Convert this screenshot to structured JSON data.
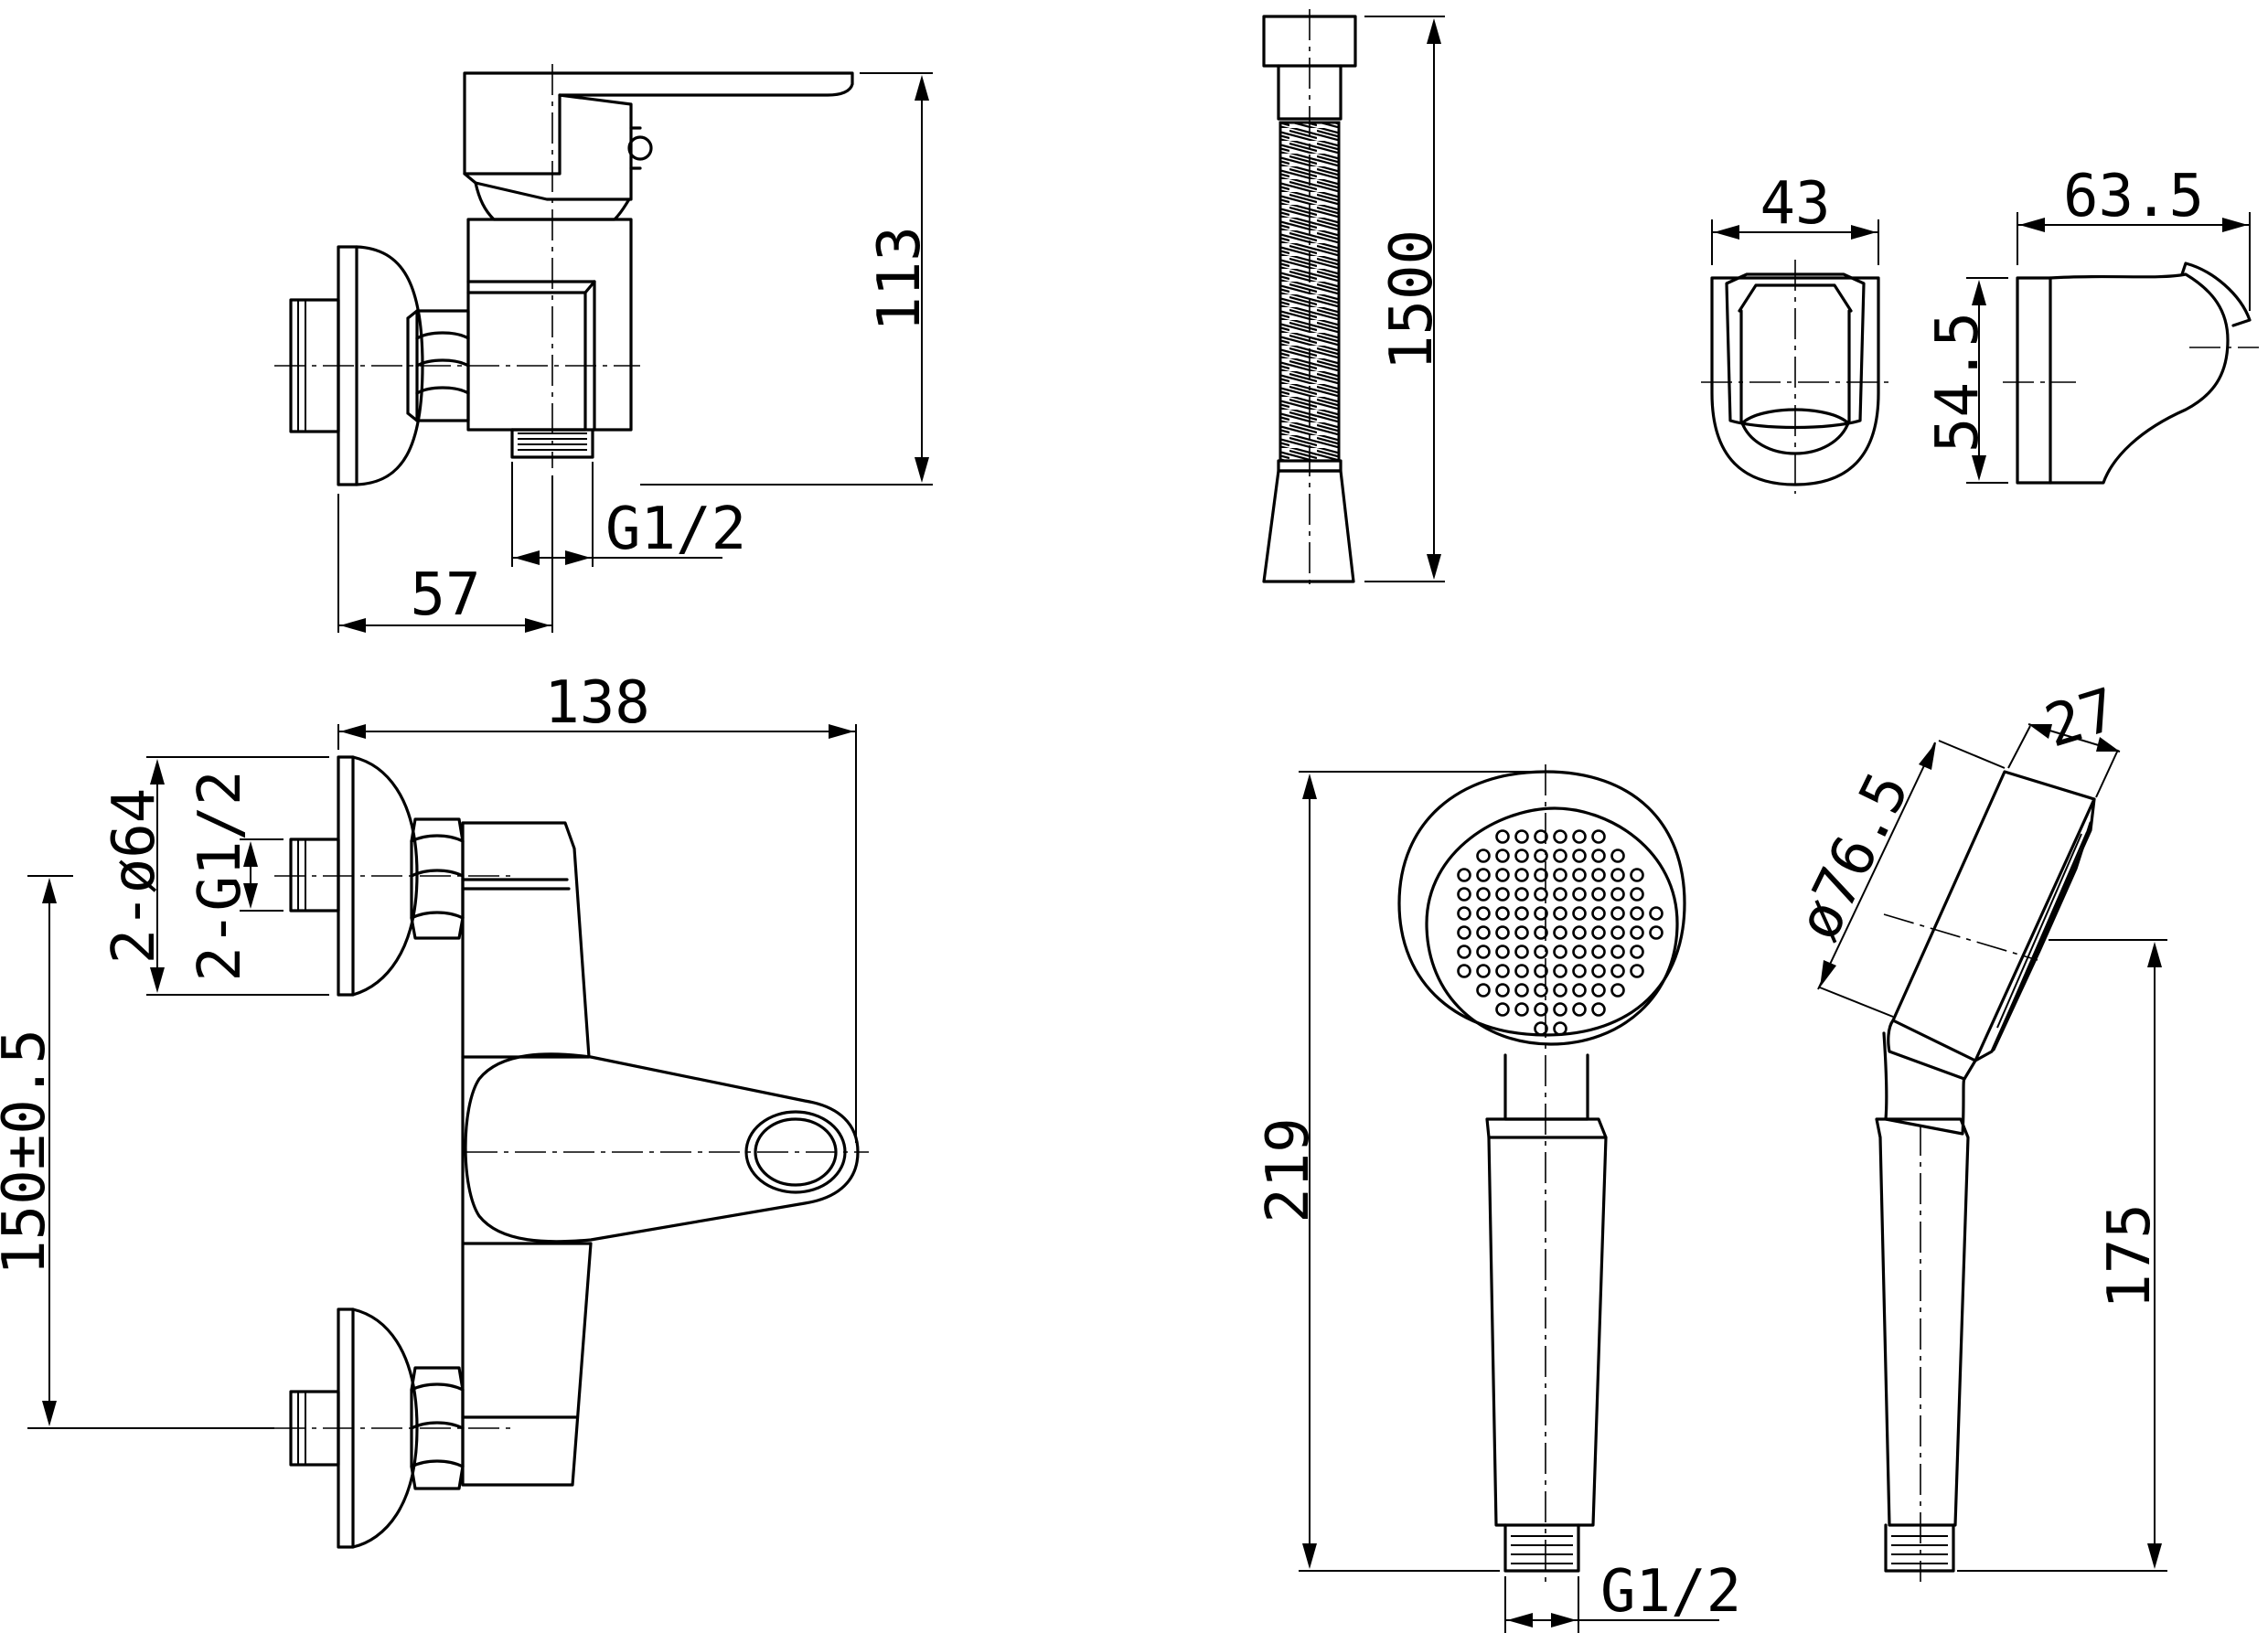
{
  "dimensions": {
    "body_height": "113",
    "wall_to_outlet": "57",
    "outlet_thread_top": "G1/2",
    "hose_length": "1500",
    "holder_front_width": "43",
    "holder_side_width": "63.5",
    "holder_side_height": "54.5",
    "overall_width": "138",
    "flange_diameter": "2-ø64",
    "inlet_thread": "2-G1/2",
    "inlet_spacing": "150±0.5",
    "handshower_length": "219",
    "handshower_thread": "G1/2",
    "head_diameter": "ø76.5",
    "head_thickness": "27",
    "handle_length": "175"
  }
}
